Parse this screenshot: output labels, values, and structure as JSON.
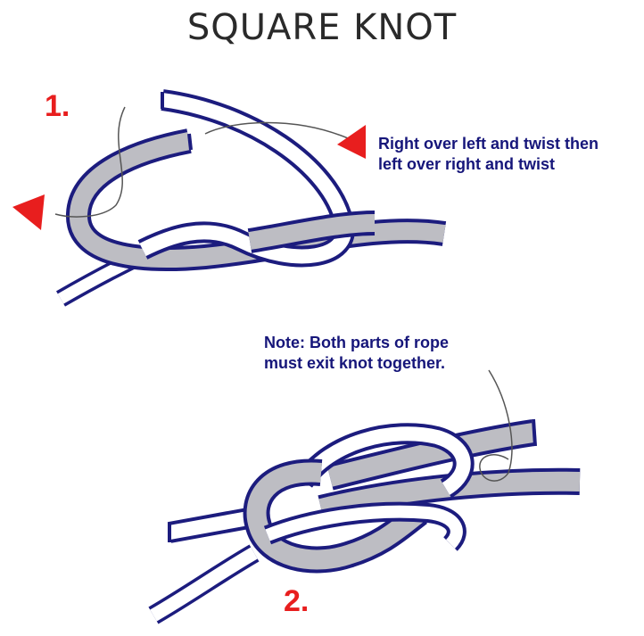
{
  "title": "SQUARE KNOT",
  "steps": [
    {
      "label": "1."
    },
    {
      "label": "2."
    }
  ],
  "annotations": {
    "step1_line1": "Right over left and twist then",
    "step1_line2": "left over right and twist",
    "step2_line1": "Note: Both parts of rope",
    "step2_line2": "must exit knot together."
  },
  "colors": {
    "rope_outline": "#1c1c7e",
    "rope_grey": "#bdbdc3",
    "rope_white": "#ffffff",
    "arrow_red": "#e81e1e",
    "leader_line": "#555555"
  }
}
